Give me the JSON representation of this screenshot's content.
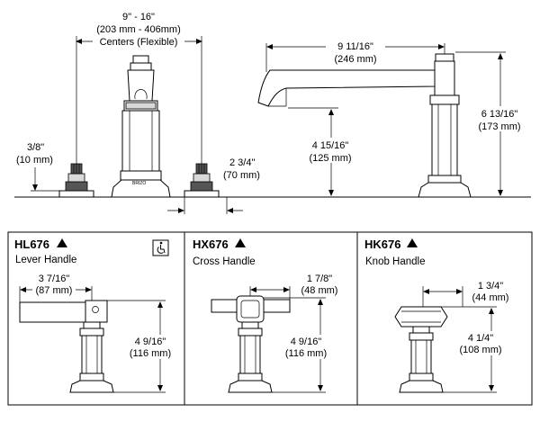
{
  "colors": {
    "line": "#000000",
    "shade": "#d9d9d9",
    "dark": "#555555"
  },
  "top": {
    "centers": {
      "line1": "9\" - 16\"",
      "line2": "(203 mm - 406mm)",
      "line3": "Centers (Flexible)"
    },
    "deck_rise": {
      "line1": "3/8\"",
      "line2": "(10 mm)"
    },
    "valve_width": {
      "line1": "2 3/4\"",
      "line2": "(70 mm)"
    },
    "spout_reach": {
      "line1": "9 11/16\"",
      "line2": "(246 mm)"
    },
    "spout_outlet_height": {
      "line1": "4 15/16\"",
      "line2": "(125 mm)"
    },
    "spout_total_height": {
      "line1": "6 13/16\"",
      "line2": "(173 mm)"
    },
    "brand_mark": "BRIZO"
  },
  "panels": [
    {
      "model": "HL676",
      "title_icon": "triangle-icon",
      "style": "Lever Handle",
      "accessibility_icon": "wheelchair-icon",
      "width": {
        "line1": "3 7/16\"",
        "line2": "(87 mm)"
      },
      "height": {
        "line1": "4 9/16\"",
        "line2": "(116 mm)"
      }
    },
    {
      "model": "HX676",
      "title_icon": "triangle-icon",
      "style": "Cross Handle",
      "width": {
        "line1": "1 7/8\"",
        "line2": "(48 mm)"
      },
      "height": {
        "line1": "4 9/16\"",
        "line2": "(116 mm)"
      }
    },
    {
      "model": "HK676",
      "title_icon": "triangle-icon",
      "style": "Knob Handle",
      "width": {
        "line1": "1 3/4\"",
        "line2": "(44 mm)"
      },
      "height": {
        "line1": "4 1/4\"",
        "line2": "(108 mm)"
      }
    }
  ]
}
